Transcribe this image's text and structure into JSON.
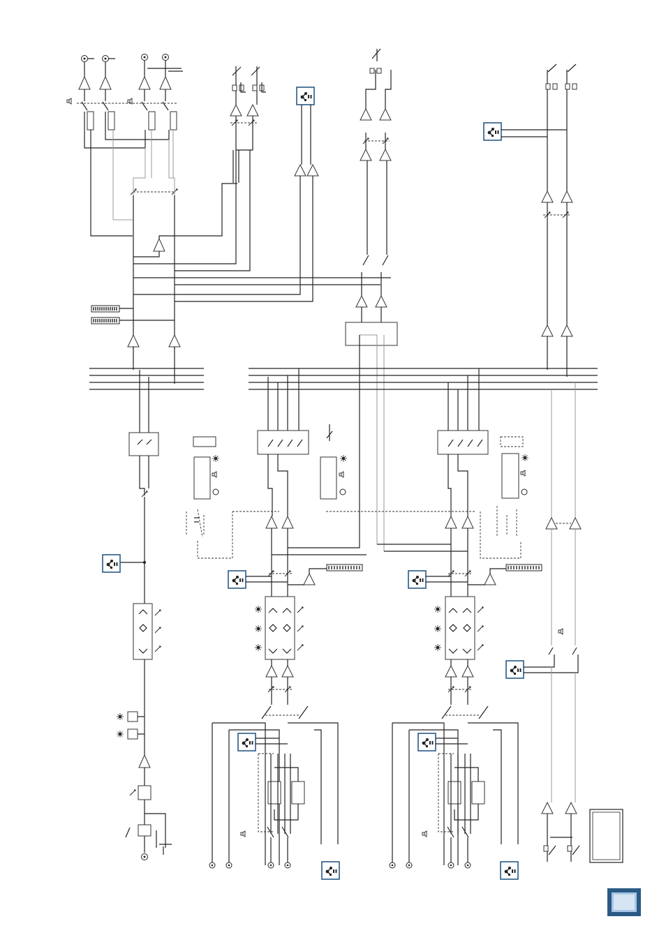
{
  "page": {
    "type": "block-diagram",
    "orientation": "rotated",
    "text_labels": []
  },
  "colors": {
    "line_black": "#222222",
    "line_grey": "#999999",
    "usb_badge_border": "#2a5a85",
    "page_tab_fill": "#aac6e4",
    "page_tab_border": "#2a5a85"
  },
  "icons": {
    "usb_badge": "usb-icon",
    "led_indicator": "led-sun-icon",
    "speaker": "speaker-icon",
    "meter": "led-meter-icon",
    "page_tab": "page-number-tab"
  }
}
